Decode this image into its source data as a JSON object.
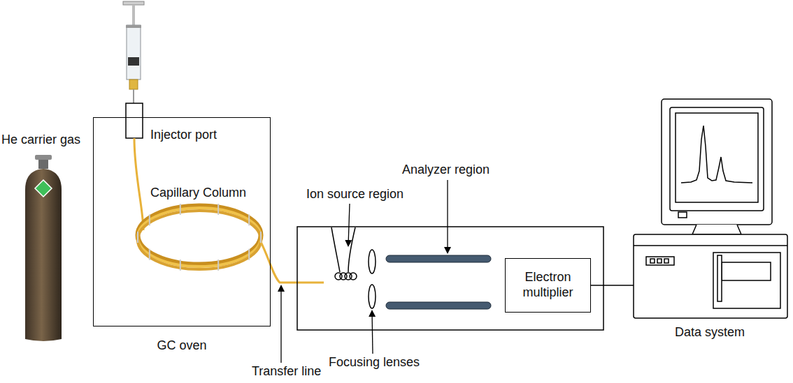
{
  "diagram": {
    "nodes": [
      {
        "text": [
          "GC oven"
        ]
      },
      {
        "text": [
          "Electron multiplier"
        ]
      },
      {
        "text": [
          "Data system"
        ]
      }
    ],
    "edges": [
      {
        "from": 1,
        "to": 2,
        "arrow": "none"
      }
    ],
    "labels": [
      "He carrier gas",
      "Injector port",
      "Capillary Column",
      "Transfer line",
      "Ion source region",
      "Analyzer region",
      "Focusing lenses"
    ]
  }
}
